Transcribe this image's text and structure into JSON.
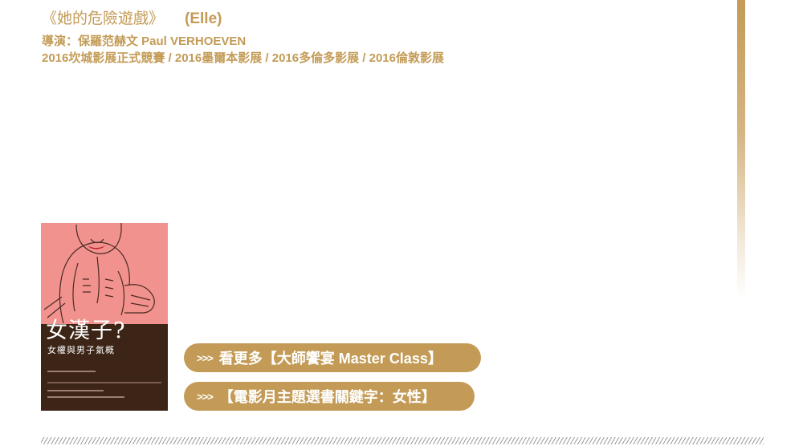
{
  "film": {
    "title_zh": "《她的危險遊戲》",
    "title_en": "(Elle)",
    "director": "導演：保羅范赫文 Paul VERHOEVEN",
    "festivals": "2016坎城影展正式競賽 / 2016墨爾本影展 / 2016多倫多影展 / 2016倫敦影展"
  },
  "book": {
    "title": "女漢子?",
    "subtitle": "女權與男子氣概"
  },
  "links": [
    {
      "chevron": ">>>",
      "label": "看更多【大師饗宴 Master Class】"
    },
    {
      "chevron": ">>>",
      "label": "【電影月主題選書關鍵字：女性】"
    }
  ],
  "colors": {
    "accent": "#c39b56",
    "cover_pink": "#f1928e",
    "cover_brown": "#3c2416"
  }
}
